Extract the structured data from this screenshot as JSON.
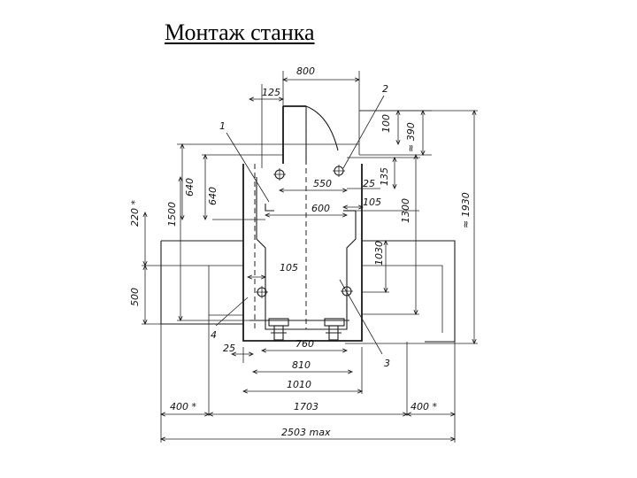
{
  "title": "Монтаж станка",
  "dimensions": {
    "d800": "800",
    "d125": "125",
    "d100": "100",
    "d390": "≈ 390",
    "d1930": "≈ 1930",
    "d135": "135",
    "d550": "550",
    "d25_top": "25",
    "d600": "600",
    "d105_right": "105",
    "d1300": "1300",
    "d640_outer": "640",
    "d640_inner": "640",
    "d1500": "1500",
    "d220": "220 *",
    "d1030": "1030",
    "d105_mid": "105",
    "d500": "500",
    "d25_bottom": "25",
    "d760": "760",
    "d810": "810",
    "d1010": "1010",
    "d400_left": "400 *",
    "d1703": "1703",
    "d400_right": "400 *",
    "d2503": "2503 max"
  },
  "callouts": {
    "c1": "1",
    "c2": "2",
    "c3": "3",
    "c4": "4"
  }
}
